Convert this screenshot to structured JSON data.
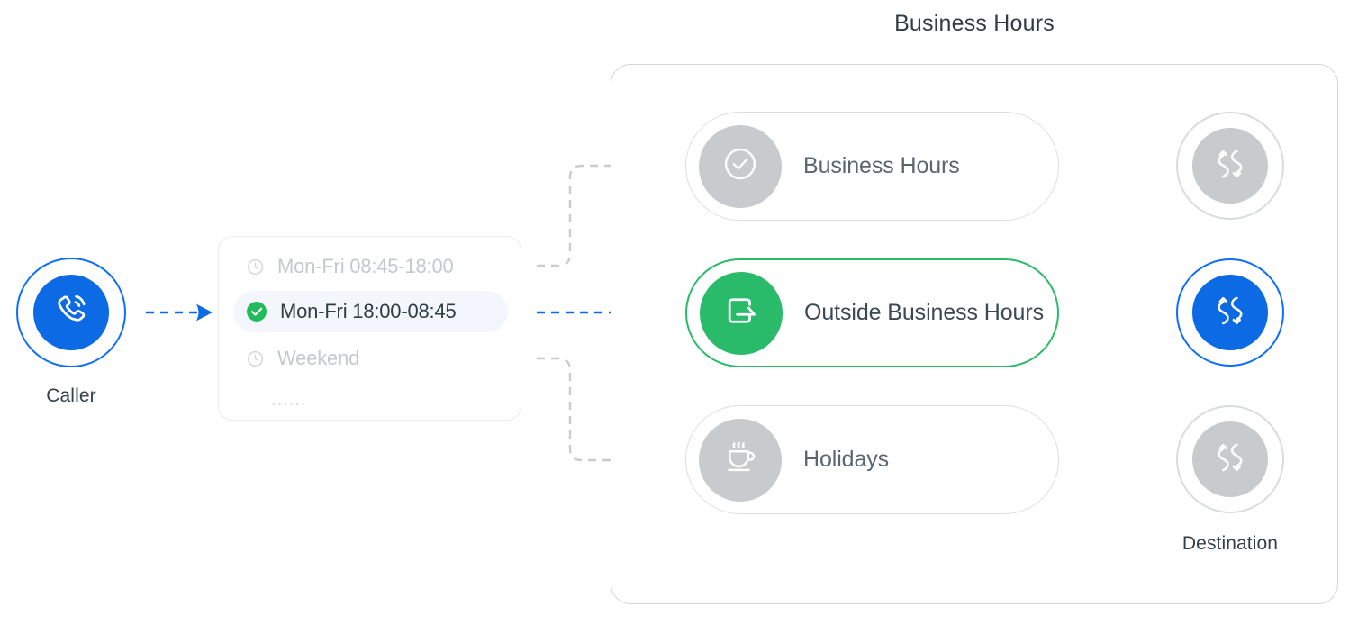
{
  "diagram": {
    "title": "Business Hours",
    "type": "call-routing-flow"
  },
  "colors": {
    "accent_blue": "#0b6ae4",
    "accent_green": "#2abb6a",
    "muted_gray": "#c8cbcd",
    "text_dark": "#2f3b45",
    "text_muted": "#c4c9ce",
    "border": "#dcdfe2",
    "highlight_row_bg": "#f3f7fd"
  },
  "caller": {
    "label": "Caller",
    "icon": "phone-ringing-icon",
    "state": "active"
  },
  "schedule_card": {
    "rows": [
      {
        "label": "Mon-Fri 08:45-18:00",
        "icon": "clock-icon",
        "selected": false
      },
      {
        "label": "Mon-Fri 18:00-08:45",
        "icon": "check-circle-icon",
        "selected": true
      },
      {
        "label": "Weekend",
        "icon": "clock-icon",
        "selected": false
      },
      {
        "label": "......",
        "icon": "none",
        "selected": false
      }
    ]
  },
  "business_hours_group": {
    "title": "Business Hours",
    "conditions": [
      {
        "label": "Business Hours",
        "icon": "check-circle-outline-icon",
        "active": false
      },
      {
        "label": "Outside Business Hours",
        "icon": "exit-arrow-icon",
        "active": true
      },
      {
        "label": "Holidays",
        "icon": "coffee-cup-icon",
        "active": false
      }
    ]
  },
  "destinations": {
    "label": "Destination",
    "nodes": [
      {
        "icon": "call-transfer-icon",
        "active": false
      },
      {
        "icon": "call-transfer-icon",
        "active": true
      },
      {
        "icon": "call-transfer-icon",
        "active": false
      }
    ]
  },
  "connectors": [
    {
      "from": "caller",
      "to": "schedule-card",
      "state": "active"
    },
    {
      "from": "schedule",
      "to": "business-hours",
      "state": "inactive"
    },
    {
      "from": "schedule",
      "to": "outside-hours",
      "state": "active"
    },
    {
      "from": "schedule",
      "to": "holidays",
      "state": "inactive"
    },
    {
      "from": "business-hours",
      "to": "destination-0",
      "state": "inactive"
    },
    {
      "from": "outside-hours",
      "to": "destination-1",
      "state": "active"
    },
    {
      "from": "holidays",
      "to": "destination-2",
      "state": "inactive"
    }
  ]
}
